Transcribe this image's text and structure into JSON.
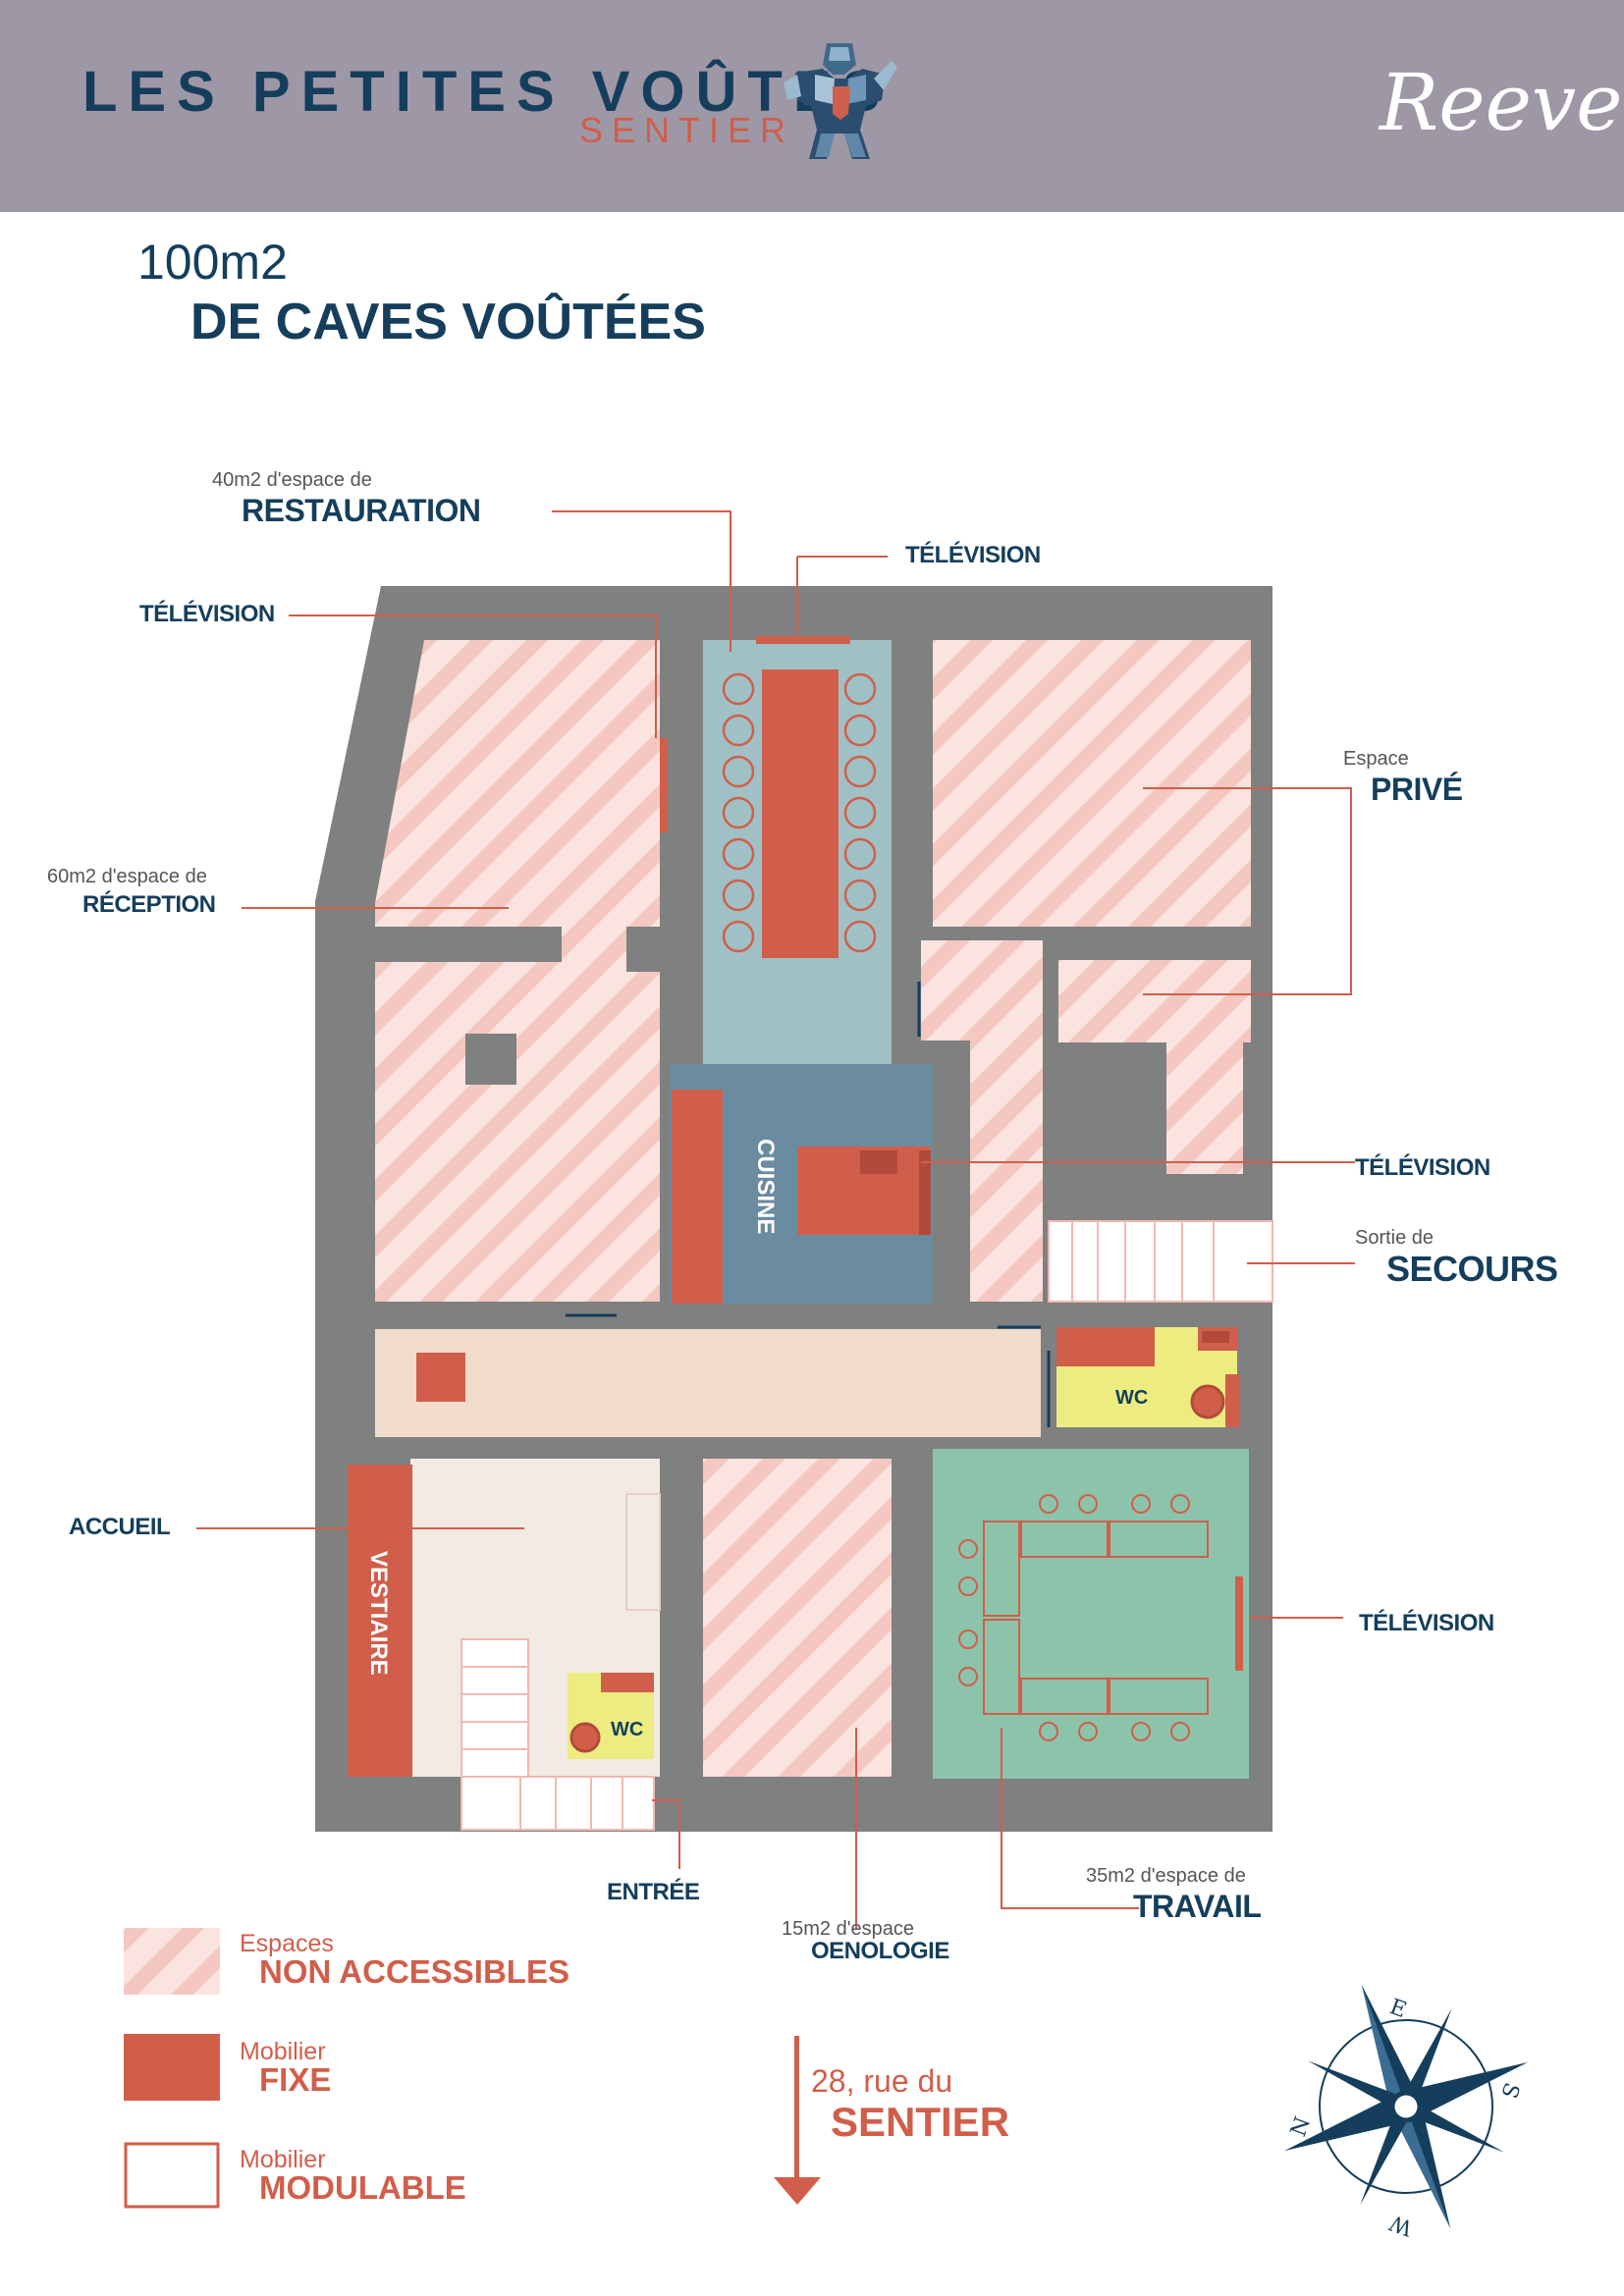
{
  "header": {
    "brand": "LES PETITES VOÛTES",
    "brand_sub": "SENTIER",
    "signature": "Reeve"
  },
  "title": {
    "area": "100m2",
    "main": "DE CAVES VOÛTÉES"
  },
  "labels": {
    "restauration_small": "40m2 d'espace de",
    "restauration": "RESTAURATION",
    "tv_top": "TÉLÉVISION",
    "tv_left": "TÉLÉVISION",
    "reception_small": "60m2 d'espace de",
    "reception": "RÉCEPTION",
    "prive_small": "Espace",
    "prive": "PRIVÉ",
    "tv_right_mid": "TÉLÉVISION",
    "secours_small": "Sortie de",
    "secours": "SECOURS",
    "accueil": "ACCUEIL",
    "tv_right_low": "TÉLÉVISION",
    "entree": "ENTRÉE",
    "oenologie_small": "15m2 d'espace",
    "oenologie": "OENOLOGIE",
    "travail_small": "35m2 d'espace de",
    "travail": "TRAVAIL",
    "cuisine": "CUISINE",
    "vestiaire": "VESTIAIRE",
    "wc_1": "WC",
    "wc_2": "WC"
  },
  "legend": {
    "items": [
      {
        "small": "Espaces",
        "big": "NON ACCESSIBLES"
      },
      {
        "small": "Mobilier",
        "big": "FIXE"
      },
      {
        "small": "Mobilier",
        "big": "MODULABLE"
      }
    ]
  },
  "address": {
    "line1": "28, rue du",
    "line2": "SENTIER"
  },
  "compass": {
    "n": "N",
    "e": "E",
    "s": "S",
    "w": "W"
  },
  "colors": {
    "wall": "#7f8080",
    "brand": "#143e5c",
    "accent": "#d15e4a",
    "hatch": "#f6cfca",
    "restauration": "#9fc0c4",
    "cuisine": "#6a8ba0",
    "corridor": "#f1dccc",
    "accueil": "#f3ebe3",
    "travail": "#8bc4ab",
    "wc": "#ecec80"
  }
}
